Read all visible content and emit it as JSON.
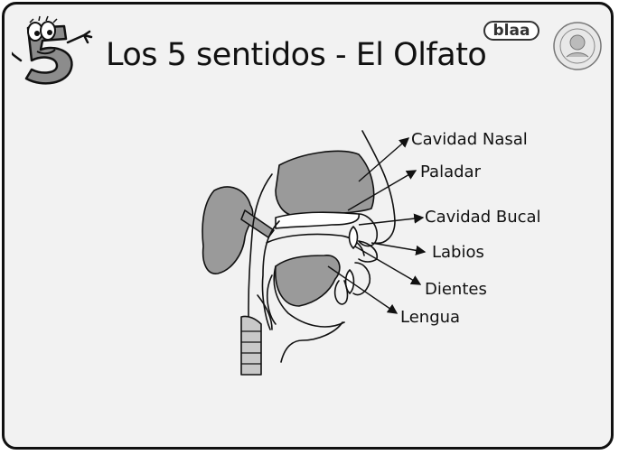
{
  "title": "Los 5 sentidos - El Olfato",
  "logo_text": "blaa",
  "labels": {
    "cavidad_nasal": "Cavidad Nasal",
    "paladar": "Paladar",
    "cavidad_bucal": "Cavidad Bucal",
    "labios": "Labios",
    "dientes": "Dientes",
    "lengua": "Lengua"
  },
  "colors": {
    "ink": "#111111",
    "tissue": "#9a9a9a",
    "background": "#f2f2f2"
  }
}
